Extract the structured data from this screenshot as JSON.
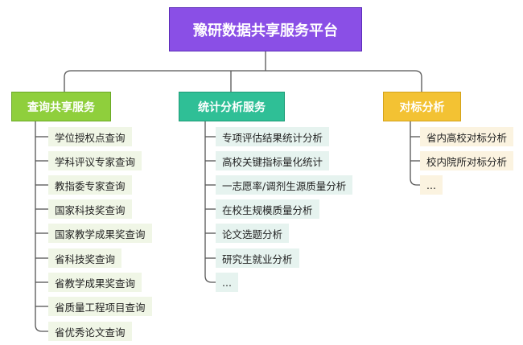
{
  "root": {
    "title": "豫研数据共享服务平台"
  },
  "branches": [
    {
      "label": "查询共享服务",
      "items": [
        "学位授权点查询",
        "学科评议专家查询",
        "教指委专家查询",
        "国家科技奖查询",
        "国家教学成果奖查询",
        "省科技奖查询",
        "省教学成果奖查询",
        "省质量工程项目查询",
        "省优秀论文查询"
      ]
    },
    {
      "label": "统计分析服务",
      "items": [
        "专项评估结果统计分析",
        "高校关键指标量化统计",
        "一志愿率/调剂生源质量分析",
        "在校生规模质量分析",
        "论文选题分析",
        "研究生就业分析",
        "..."
      ]
    },
    {
      "label": "对标分析",
      "items": [
        "省内高校对标分析",
        "校内院所对标分析",
        "..."
      ]
    }
  ],
  "colors": {
    "root": "#8a4fe6",
    "branch_1": "#8fcf3c",
    "branch_2": "#2fbf96",
    "branch_3": "#f3c233",
    "connector": "#555555"
  }
}
